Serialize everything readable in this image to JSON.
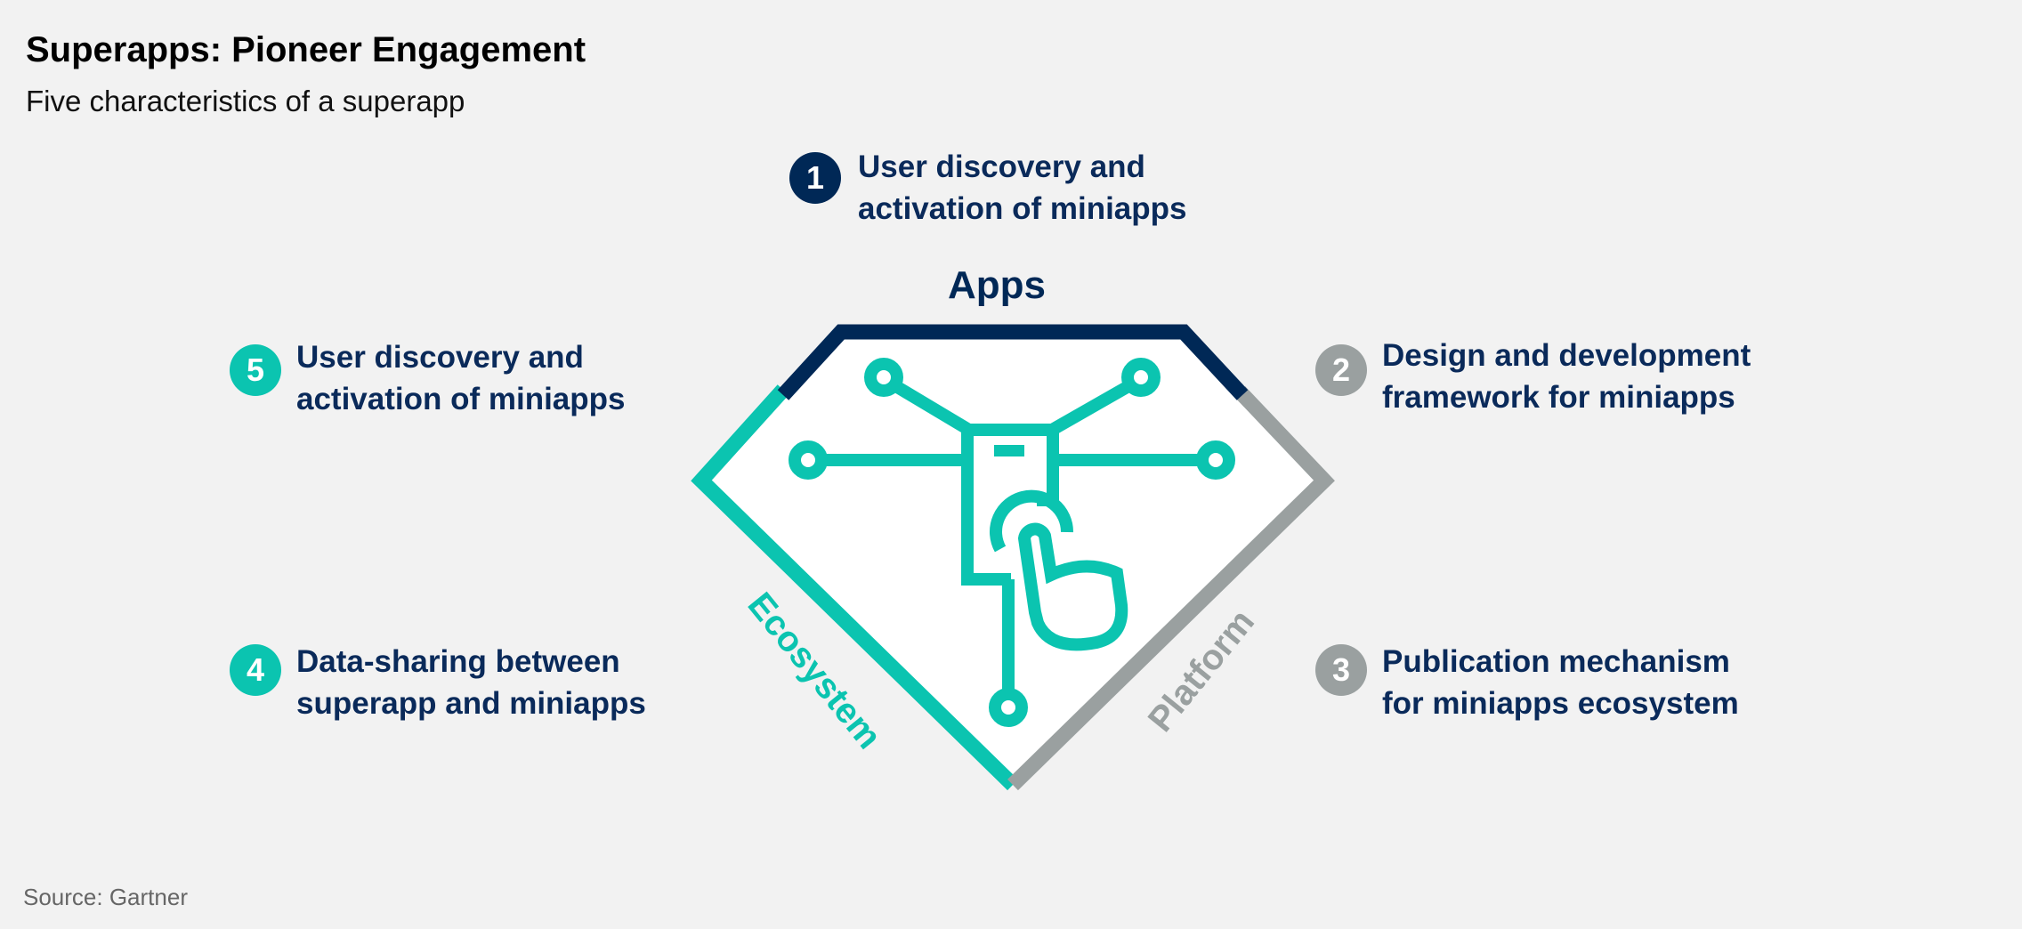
{
  "header": {
    "title": "Superapps: Pioneer Engagement",
    "subtitle": "Five characteristics of a superapp"
  },
  "diagram": {
    "labels": {
      "top": "Apps",
      "left": "Ecosystem",
      "right": "Platform"
    },
    "items": [
      {
        "number": "1",
        "line1": "User discovery and",
        "line2": "activation of miniapps",
        "color": "#002856"
      },
      {
        "number": "2",
        "line1": "Design and development",
        "line2": "framework for miniapps",
        "color": "#9aa0a0"
      },
      {
        "number": "3",
        "line1": "Publication mechanism",
        "line2": "for miniapps ecosystem",
        "color": "#9aa0a0"
      },
      {
        "number": "4",
        "line1": "Data-sharing between",
        "line2": "superapp and miniapps",
        "color": "#0bc4b0"
      },
      {
        "number": "5",
        "line1": "User discovery and",
        "line2": "activation of miniapps",
        "color": "#0bc4b0"
      }
    ],
    "colors": {
      "navy": "#002856",
      "teal": "#0bc4b0",
      "grey": "#9aa0a0"
    }
  },
  "footer": {
    "source": "Source: Gartner"
  }
}
